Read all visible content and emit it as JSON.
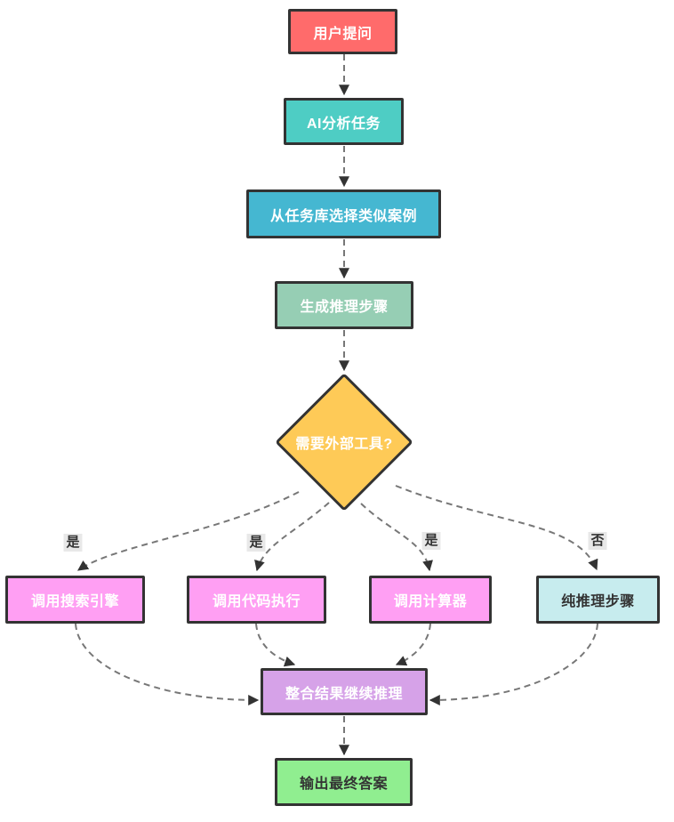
{
  "diagram": {
    "type": "flowchart",
    "direction": "top-down",
    "background": "#ffffff",
    "node_stroke": "#333333",
    "edge_color": "#777777",
    "arrowhead_color": "#333333",
    "edge_label_bg": "#e8e8e8",
    "edge_label_color": "#333333",
    "nodes": [
      {
        "id": "user-question",
        "label": "用户提问",
        "shape": "rect",
        "fill": "#FF6B6B",
        "text_color": "#ffffff"
      },
      {
        "id": "ai-analyze-task",
        "label": "AI分析任务",
        "shape": "rect",
        "fill": "#4ECDC4",
        "text_color": "#ffffff"
      },
      {
        "id": "select-similar-case",
        "label": "从任务库选择类似案例",
        "shape": "rect",
        "fill": "#45B7D1",
        "text_color": "#ffffff"
      },
      {
        "id": "generate-reasoning-steps",
        "label": "生成推理步骤",
        "shape": "rect",
        "fill": "#96CEB4",
        "text_color": "#ffffff"
      },
      {
        "id": "need-external-tools",
        "label": "需要外部工具?",
        "shape": "diamond",
        "fill": "#FECA57",
        "text_color": "#ffffff"
      },
      {
        "id": "call-search-engine",
        "label": "调用搜索引擎",
        "shape": "rect",
        "fill": "#FF9FF3",
        "text_color": "#ffffff"
      },
      {
        "id": "call-code-execution",
        "label": "调用代码执行",
        "shape": "rect",
        "fill": "#FF9FF3",
        "text_color": "#ffffff"
      },
      {
        "id": "call-calculator",
        "label": "调用计算器",
        "shape": "rect",
        "fill": "#FF9FF3",
        "text_color": "#ffffff"
      },
      {
        "id": "pure-reasoning-steps",
        "label": "纯推理步骤",
        "shape": "rect",
        "fill": "#C7ECEE",
        "text_color": "#333333"
      },
      {
        "id": "integrate-results",
        "label": "整合结果继续推理",
        "shape": "rect",
        "fill": "#D6A2E8",
        "text_color": "#ffffff"
      },
      {
        "id": "output-final-answer",
        "label": "输出最终答案",
        "shape": "rect",
        "fill": "#90EE90",
        "text_color": "#333333"
      }
    ],
    "edges": [
      {
        "from": "user-question",
        "to": "ai-analyze-task",
        "label": ""
      },
      {
        "from": "ai-analyze-task",
        "to": "select-similar-case",
        "label": ""
      },
      {
        "from": "select-similar-case",
        "to": "generate-reasoning-steps",
        "label": ""
      },
      {
        "from": "generate-reasoning-steps",
        "to": "need-external-tools",
        "label": ""
      },
      {
        "from": "need-external-tools",
        "to": "call-search-engine",
        "label": "是"
      },
      {
        "from": "need-external-tools",
        "to": "call-code-execution",
        "label": "是"
      },
      {
        "from": "need-external-tools",
        "to": "call-calculator",
        "label": "是"
      },
      {
        "from": "need-external-tools",
        "to": "pure-reasoning-steps",
        "label": "否"
      },
      {
        "from": "call-search-engine",
        "to": "integrate-results",
        "label": ""
      },
      {
        "from": "call-code-execution",
        "to": "integrate-results",
        "label": ""
      },
      {
        "from": "call-calculator",
        "to": "integrate-results",
        "label": ""
      },
      {
        "from": "pure-reasoning-steps",
        "to": "integrate-results",
        "label": ""
      },
      {
        "from": "integrate-results",
        "to": "output-final-answer",
        "label": ""
      }
    ],
    "edge_labels": [
      {
        "text": "是"
      },
      {
        "text": "是"
      },
      {
        "text": "是"
      },
      {
        "text": "否"
      }
    ]
  }
}
